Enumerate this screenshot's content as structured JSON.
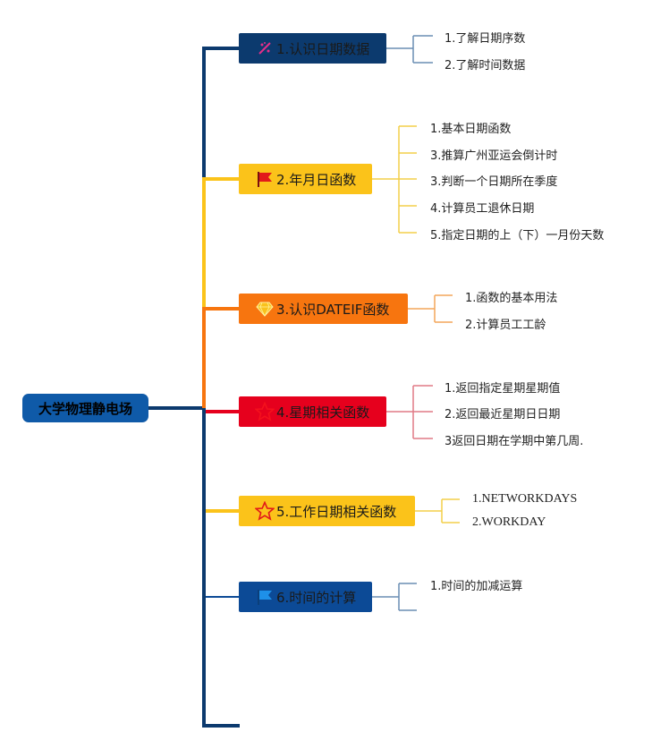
{
  "root": {
    "label": "大学物理静电场"
  },
  "branches": [
    {
      "label": "1.认识日期数据",
      "color": "#0c3a6e",
      "icon": "sparkle-icon",
      "children": [
        "1.了解日期序数",
        "2.了解时间数据"
      ]
    },
    {
      "label": "2.年月日函数",
      "color": "#fbc31a",
      "icon": "flag-icon",
      "children": [
        "1.基本日期函数",
        "3.推算广州亚运会倒计时",
        "3.判断一个日期所在季度",
        "4.计算员工退休日期",
        "5.指定日期的上（下）一月份天数"
      ]
    },
    {
      "label": "3.认识DATEIF函数",
      "color": "#f7750f",
      "icon": "diamond-icon",
      "children": [
        "1.函数的基本用法",
        "2.计算员工工龄"
      ]
    },
    {
      "label": "4.星期相关函数",
      "color": "#e6001d",
      "icon": "star-outline-icon",
      "children": [
        "1.返回指定星期星期值",
        "2.返回最近星期日日期",
        "3返回日期在学期中第几周."
      ]
    },
    {
      "label": "5.工作日期相关函数",
      "color": "#fbc31a",
      "icon": "star-outline-icon",
      "children": [
        "1.NETWORKDAYS",
        "2.WORKDAY"
      ]
    },
    {
      "label": "6.时间的计算",
      "color": "#0c4a96",
      "icon": "flag-blue-icon",
      "children": [
        "1.时间的加减运算",
        ""
      ]
    }
  ]
}
